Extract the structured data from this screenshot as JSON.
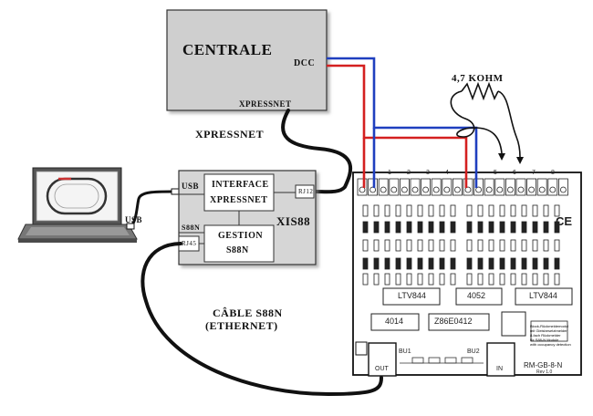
{
  "centrale": {
    "title": "CENTRALE",
    "dcc": "DCC",
    "xpressnet_port": "XPRESSNET"
  },
  "xpressnet_label": "XPRESSNET",
  "resistor_label": "4,7 KOHM",
  "xis": {
    "name": "XIS88",
    "usb_port": "USB",
    "interface_line1": "INTERFACE",
    "interface_line2": "XPRESSNET",
    "rj12": "RJ12",
    "s88n_port": "S88N",
    "rj45": "RJ45",
    "gestion_line1": "GESTION",
    "gestion_line2": "S88N"
  },
  "laptop_usb": "USB",
  "cable_line1": "CÂBLE S88N",
  "cable_line2": "(ETHERNET)",
  "board": {
    "chips": [
      "LTV844",
      "4052",
      "LTV844",
      "4014",
      "Z86E0412"
    ],
    "ports": [
      "BU1",
      "BU2"
    ],
    "connector_labels": [
      "OUT",
      "IN"
    ],
    "ce_mark": "CE",
    "model": "RM-GB-8-N",
    "terminal_numbers": [
      "1",
      "2",
      "3",
      "4",
      "5",
      "6",
      "7",
      "8"
    ],
    "info_lines": [
      "Block-Rückmeldemodul",
      "mit Gleisbesetztmelder",
      "8-fach Rückmelder",
      "für S88-N Module",
      "with occupancy detection"
    ],
    "version": "Rev 1.0"
  },
  "colors": {
    "wire_red": "#d42020",
    "wire_blue": "#1f3fbf",
    "centrale_fill": "#cfcfcf",
    "xis_fill": "#d6d6d6"
  }
}
